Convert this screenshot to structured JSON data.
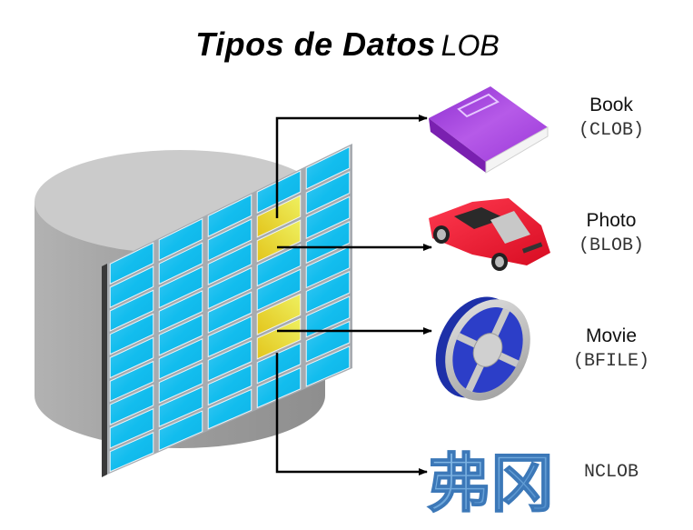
{
  "title": {
    "main": "Tipos de Datos",
    "sub": "LOB"
  },
  "colors": {
    "cylinder": "#a0a0a0",
    "cylinder_top": "#cacaca",
    "grid_frame": "#9a9ea3",
    "cell": "#12bdee",
    "cell_highlight": "#e8d21e",
    "arrow": "#000000",
    "book": "#a03fd8",
    "car": "#e8102a",
    "reel": "#2c3ec8",
    "nclob": "#6aa7dc"
  },
  "items": [
    {
      "name": "Book",
      "type": "(CLOB)",
      "icon": "book-icon"
    },
    {
      "name": "Photo",
      "type": "(BLOB)",
      "icon": "car-icon"
    },
    {
      "name": "Movie",
      "type": "(BFILE)",
      "icon": "film-reel-icon"
    },
    {
      "name": "",
      "type": "NCLOB",
      "icon": "chinese-characters-icon"
    }
  ]
}
